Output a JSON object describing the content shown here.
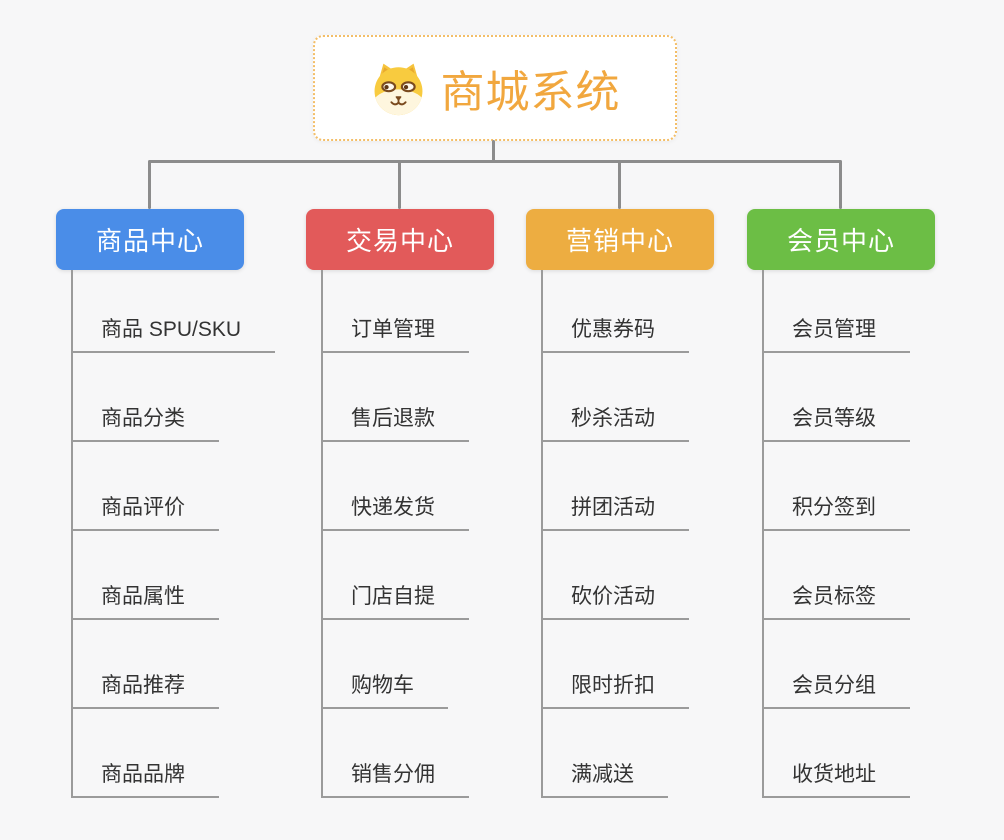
{
  "root": {
    "title": "商城系统",
    "icon": "shiba-dog-face-icon"
  },
  "branches": [
    {
      "label": "商品中心",
      "color": "#4A8DE8",
      "children": [
        "商品 SPU/SKU",
        "商品分类",
        "商品评价",
        "商品属性",
        "商品推荐",
        "商品品牌"
      ]
    },
    {
      "label": "交易中心",
      "color": "#E25A5A",
      "children": [
        "订单管理",
        "售后退款",
        "快递发货",
        "门店自提",
        "购物车",
        "销售分佣"
      ]
    },
    {
      "label": "营销中心",
      "color": "#EDAD41",
      "children": [
        "优惠券码",
        "秒杀活动",
        "拼团活动",
        "砍价活动",
        "限时折扣",
        "满减送"
      ]
    },
    {
      "label": "会员中心",
      "color": "#6CBE45",
      "children": [
        "会员管理",
        "会员等级",
        "积分签到",
        "会员标签",
        "会员分组",
        "收货地址"
      ]
    }
  ],
  "colors": {
    "background": "#f7f7f8",
    "connector": "#8c8c8c",
    "leaf_line": "#9b9b9b",
    "leaf_text": "#333333",
    "root_text": "#F1A73E",
    "root_border": "#F3BE68"
  }
}
